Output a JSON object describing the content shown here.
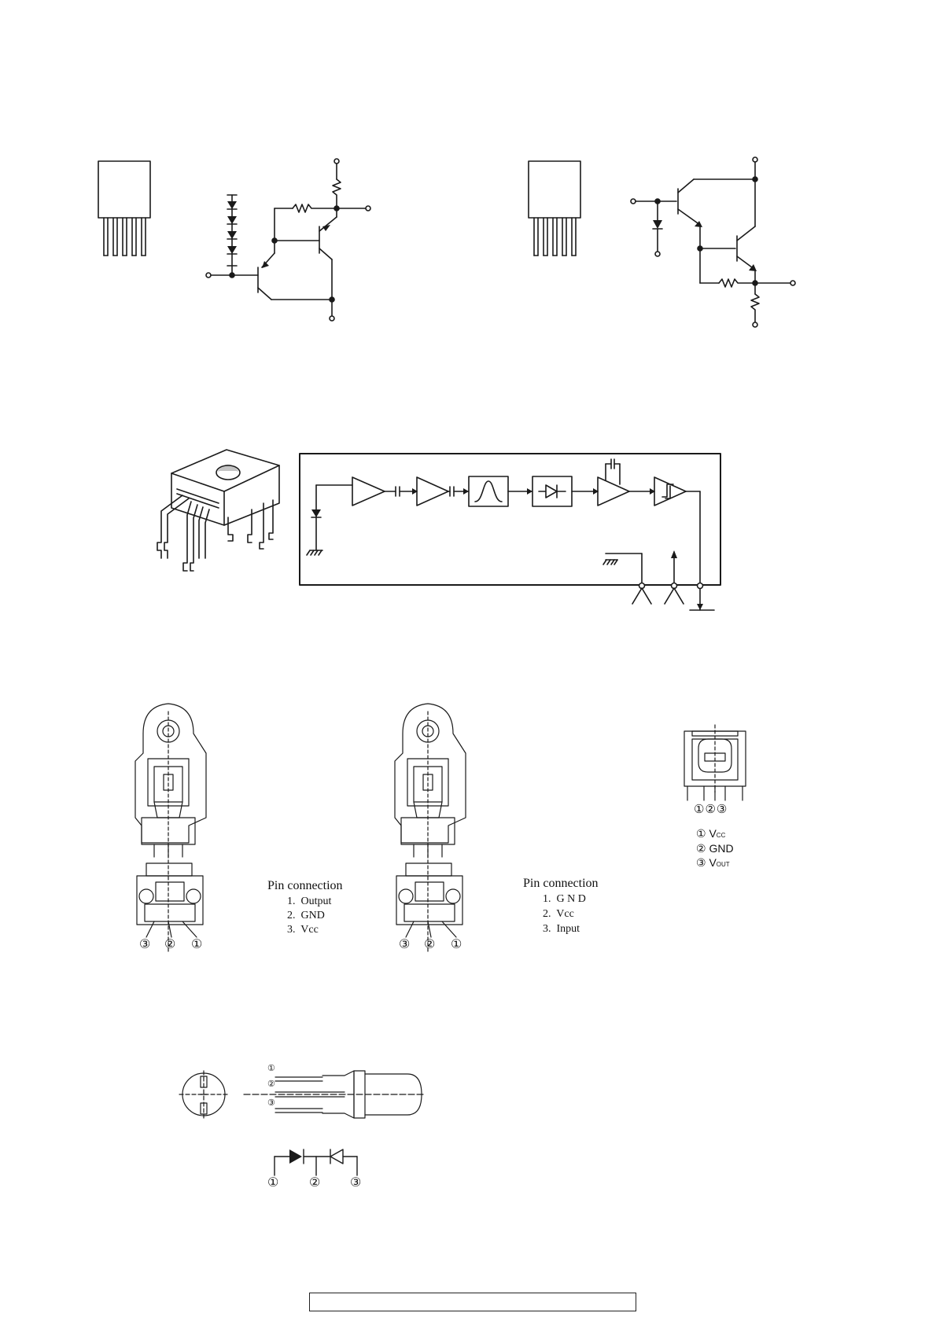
{
  "panel_a": {
    "title": "Pin connection",
    "pins": [
      {
        "num": "1.",
        "name": "Output"
      },
      {
        "num": "2.",
        "name": "GND"
      },
      {
        "num": "3.",
        "name": "Vcc"
      }
    ],
    "markers": [
      "③",
      "②",
      "①"
    ]
  },
  "panel_b": {
    "title": "Pin connection",
    "pins": [
      {
        "num": "1.",
        "name": "G N D"
      },
      {
        "num": "2.",
        "name": "Vcc"
      },
      {
        "num": "3.",
        "name": "Input"
      }
    ],
    "markers": [
      "③",
      "②",
      "①"
    ]
  },
  "panel_c": {
    "markers": "①②③",
    "pins": [
      {
        "num": "①",
        "name": "V",
        "sub": "CC"
      },
      {
        "num": "②",
        "name": "GND",
        "sub": ""
      },
      {
        "num": "③",
        "name": "V",
        "sub": "OUT"
      }
    ]
  },
  "led": {
    "markers_side": [
      "①",
      "②",
      "③"
    ],
    "markers_schematic": [
      "①",
      "②",
      "③"
    ]
  },
  "footer": {
    "text": ""
  }
}
